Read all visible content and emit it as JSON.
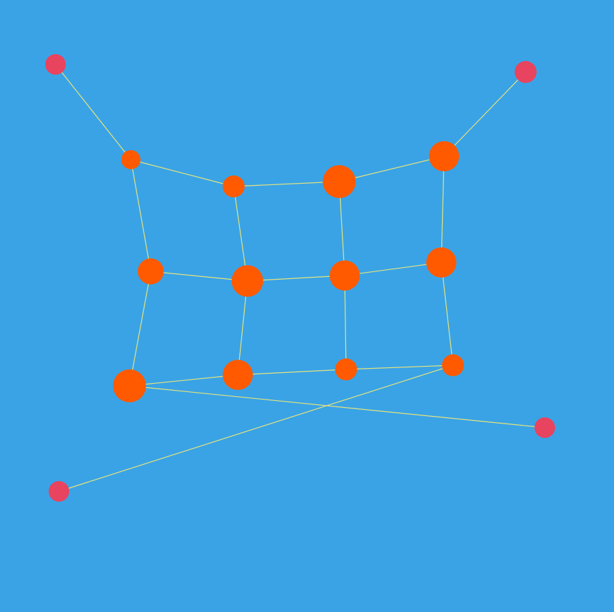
{
  "colors": {
    "background": "#3aa3e6",
    "node_inner": "#ff5a00",
    "node_outer": "#e8435f",
    "edge": "#e8e57a"
  },
  "graph": {
    "nodes": [
      {
        "id": "n1",
        "kind": "inner"
      },
      {
        "id": "n2",
        "kind": "inner"
      },
      {
        "id": "n3",
        "kind": "inner"
      },
      {
        "id": "n4",
        "kind": "inner"
      },
      {
        "id": "n5",
        "kind": "inner"
      },
      {
        "id": "n6",
        "kind": "inner"
      },
      {
        "id": "n7",
        "kind": "inner"
      },
      {
        "id": "n8",
        "kind": "inner"
      },
      {
        "id": "n9",
        "kind": "inner"
      },
      {
        "id": "n10",
        "kind": "inner"
      },
      {
        "id": "n11",
        "kind": "inner"
      },
      {
        "id": "n12",
        "kind": "inner"
      },
      {
        "id": "t1",
        "kind": "outer"
      },
      {
        "id": "t2",
        "kind": "outer"
      },
      {
        "id": "t3",
        "kind": "outer"
      },
      {
        "id": "t4",
        "kind": "outer"
      }
    ],
    "edges": [
      [
        "t1",
        "n1"
      ],
      [
        "t2",
        "n4"
      ],
      [
        "t3",
        "n9"
      ],
      [
        "t4",
        "n12"
      ],
      [
        "n1",
        "n2"
      ],
      [
        "n2",
        "n3"
      ],
      [
        "n3",
        "n4"
      ],
      [
        "n5",
        "n6"
      ],
      [
        "n6",
        "n7"
      ],
      [
        "n7",
        "n8"
      ],
      [
        "n9",
        "n10"
      ],
      [
        "n10",
        "n11"
      ],
      [
        "n11",
        "n12"
      ],
      [
        "n1",
        "n5"
      ],
      [
        "n5",
        "n9"
      ],
      [
        "n2",
        "n6"
      ],
      [
        "n6",
        "n10"
      ],
      [
        "n3",
        "n7"
      ],
      [
        "n7",
        "n11"
      ],
      [
        "n4",
        "n8"
      ],
      [
        "n8",
        "n12"
      ]
    ]
  }
}
